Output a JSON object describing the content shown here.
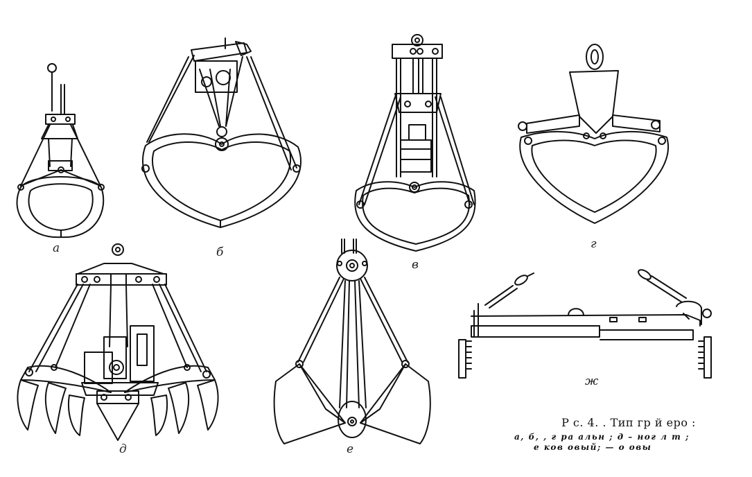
{
  "labels": {
    "a": "а",
    "b": "б",
    "v": "в",
    "g": "г",
    "d": "д",
    "e": "е",
    "zh": "ж"
  },
  "caption": {
    "title": "Р с. 4. . Тип   гр  й еро  :",
    "line1": "а,  б,    , г  ра  альн  ;  д –   ног   л  т    ;",
    "line2": "е   ков овый;    — о  овы"
  },
  "colors": {
    "ink": "#111111",
    "paper": "#ffffff"
  }
}
